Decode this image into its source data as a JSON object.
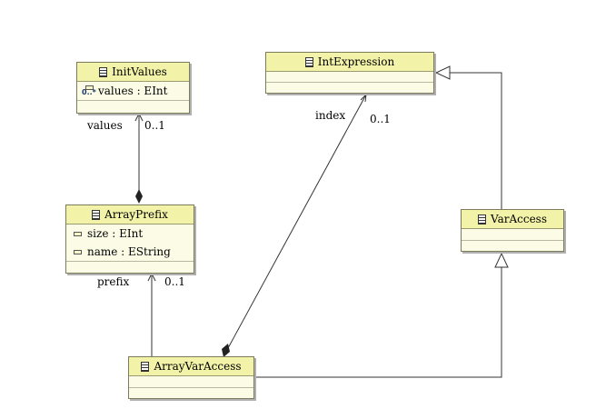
{
  "classes": {
    "init_values": {
      "name": "InitValues",
      "attributes": [
        {
          "text": "values : EInt",
          "multiplicity": "0..*"
        }
      ]
    },
    "int_expression": {
      "name": "IntExpression"
    },
    "array_prefix": {
      "name": "ArrayPrefix",
      "attributes": [
        {
          "text": "size : EInt"
        },
        {
          "text": "name : EString"
        }
      ]
    },
    "var_access": {
      "name": "VarAccess"
    },
    "array_var_access": {
      "name": "ArrayVarAccess"
    }
  },
  "references": {
    "values": {
      "role": "values",
      "multiplicity": "0..1"
    },
    "index": {
      "role": "index",
      "multiplicity": "0..1"
    },
    "prefix": {
      "role": "prefix",
      "multiplicity": "0..1"
    }
  }
}
